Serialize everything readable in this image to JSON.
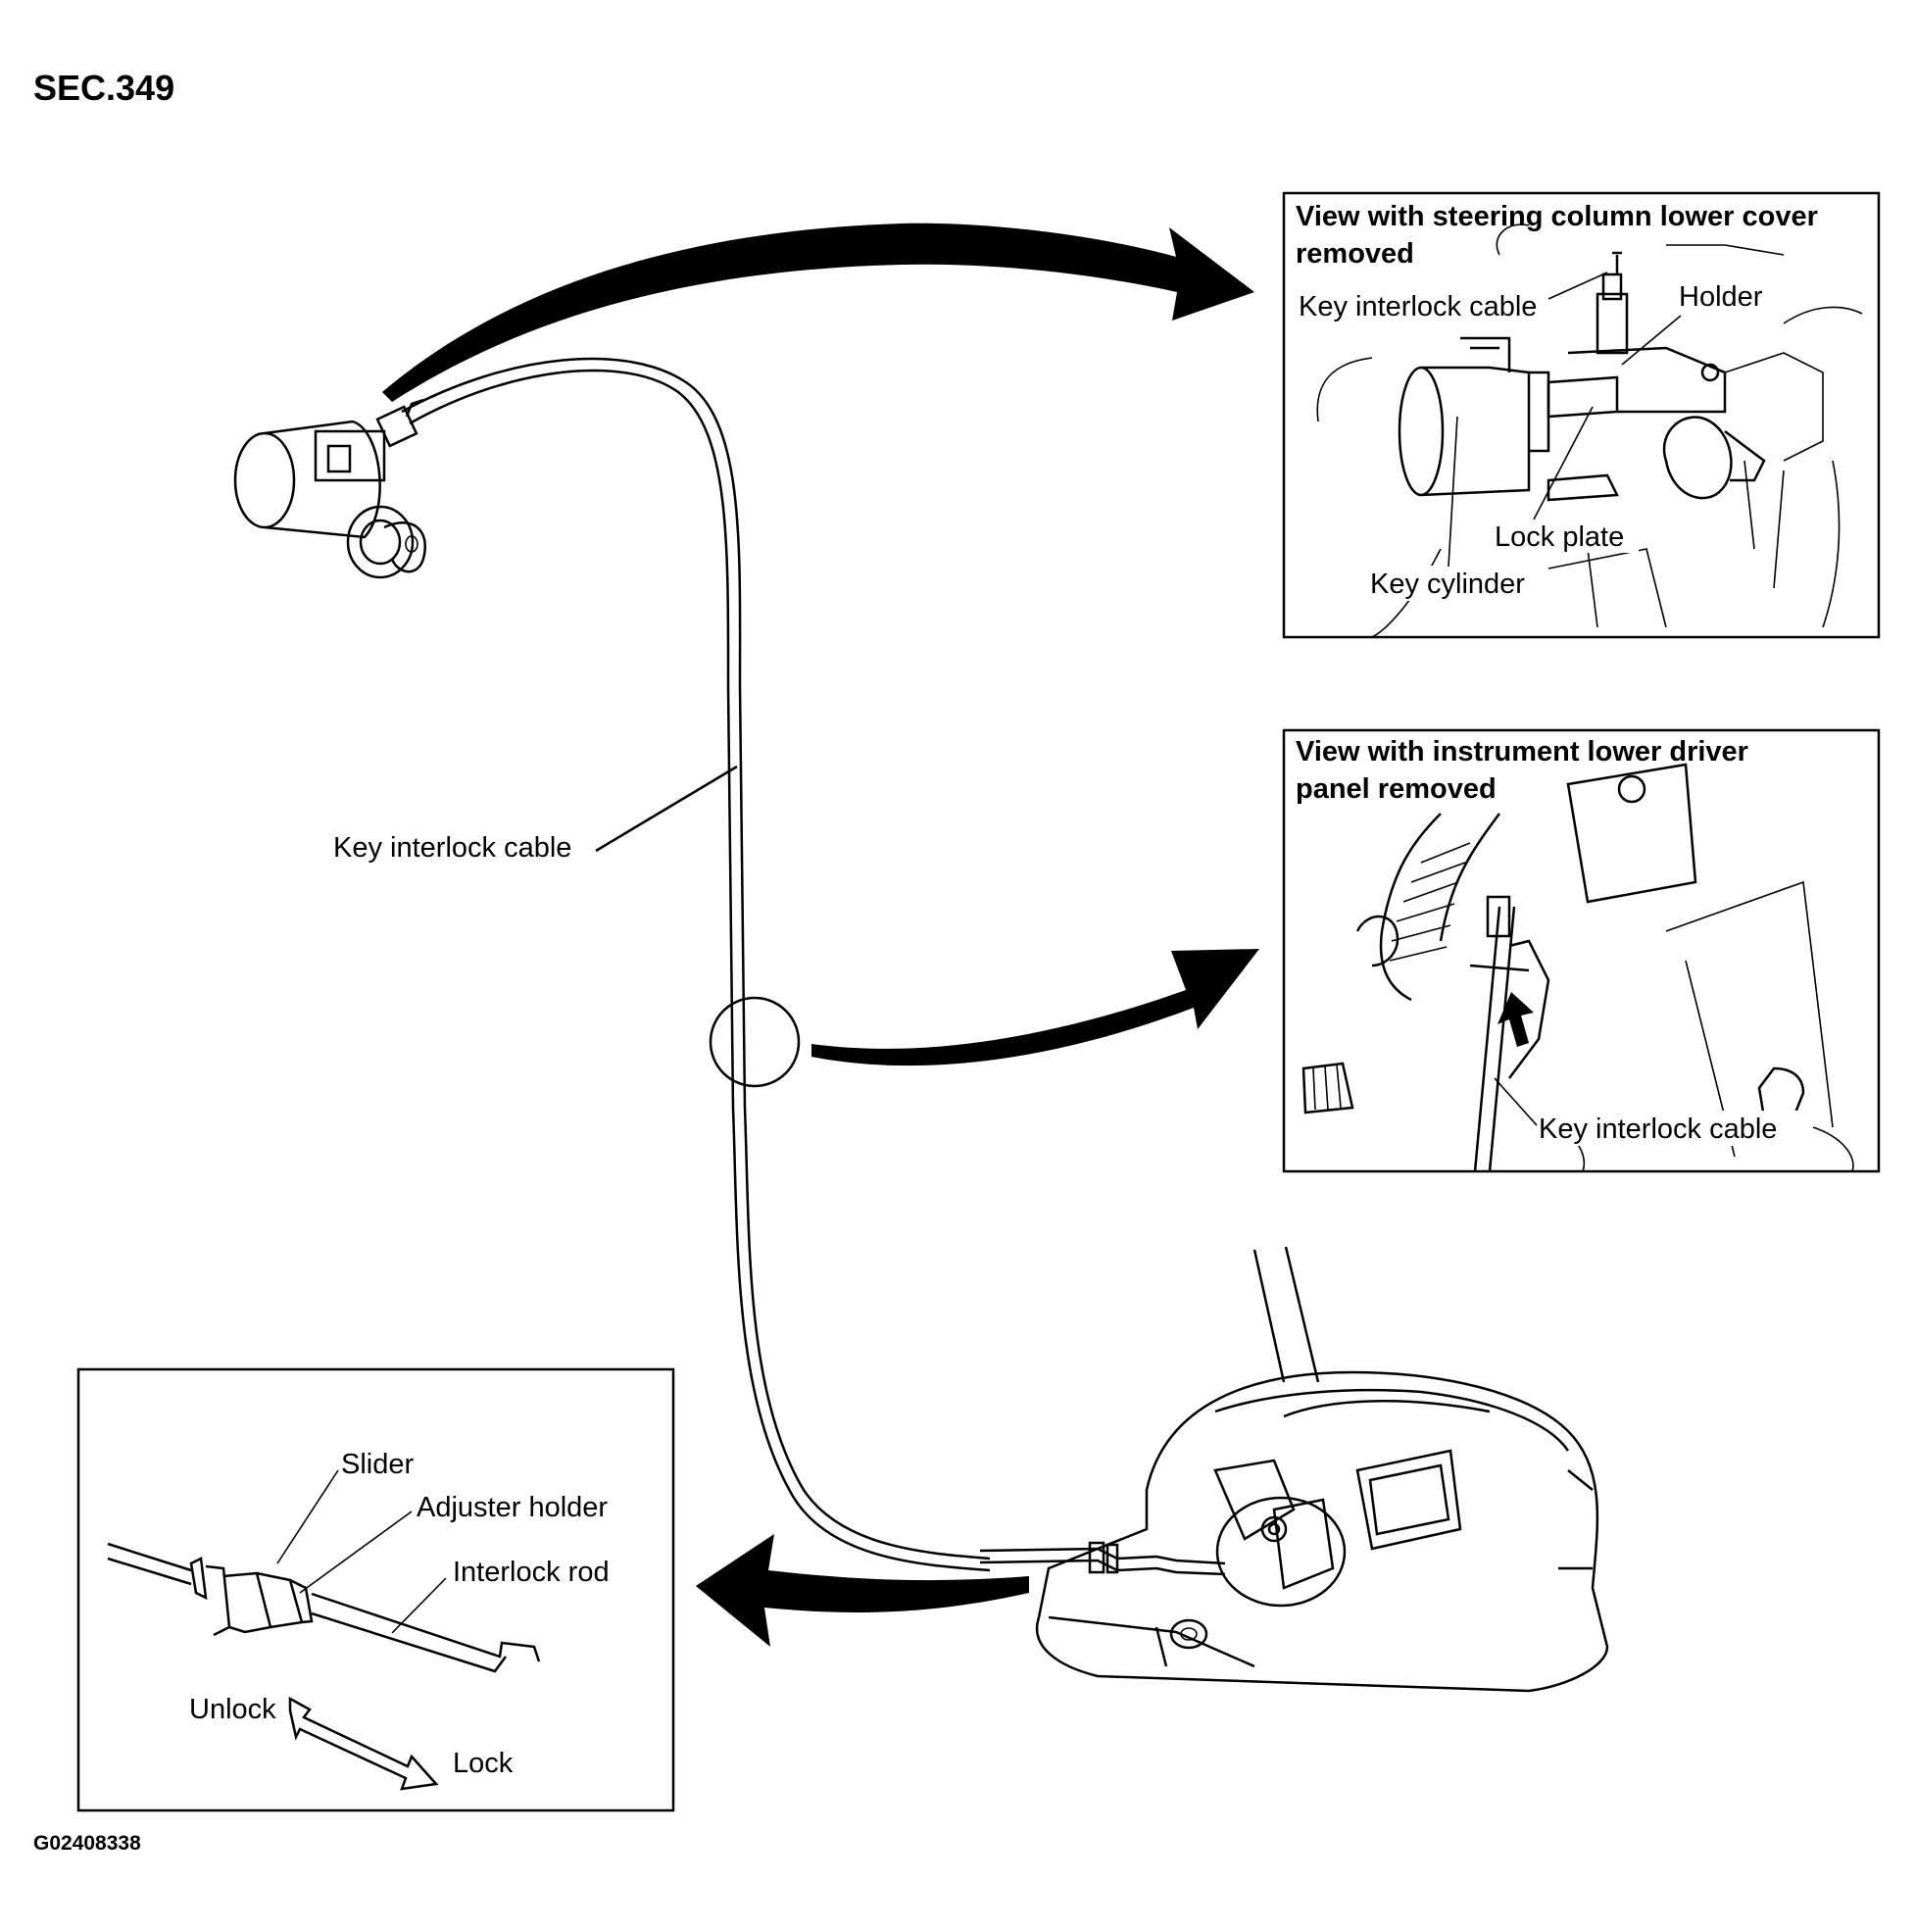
{
  "section": "SEC.349",
  "figure_code": "G02408338",
  "main_labels": {
    "cable": "Key interlock cable"
  },
  "steering_view": {
    "title_line1": "View with steering column lower cover",
    "title_line2": "removed",
    "labels": {
      "cable": "Key interlock cable",
      "holder": "Holder",
      "lock_plate": "Lock plate",
      "key_cylinder": "Key cylinder"
    }
  },
  "panel_view": {
    "title_line1": "View with instrument lower driver",
    "title_line2": "panel removed",
    "labels": {
      "cable": "Key interlock cable"
    }
  },
  "adjuster_view": {
    "labels": {
      "slider": "Slider",
      "adjuster_holder": "Adjuster holder",
      "interlock_rod": "Interlock rod",
      "unlock": "Unlock",
      "lock": "Lock"
    }
  }
}
